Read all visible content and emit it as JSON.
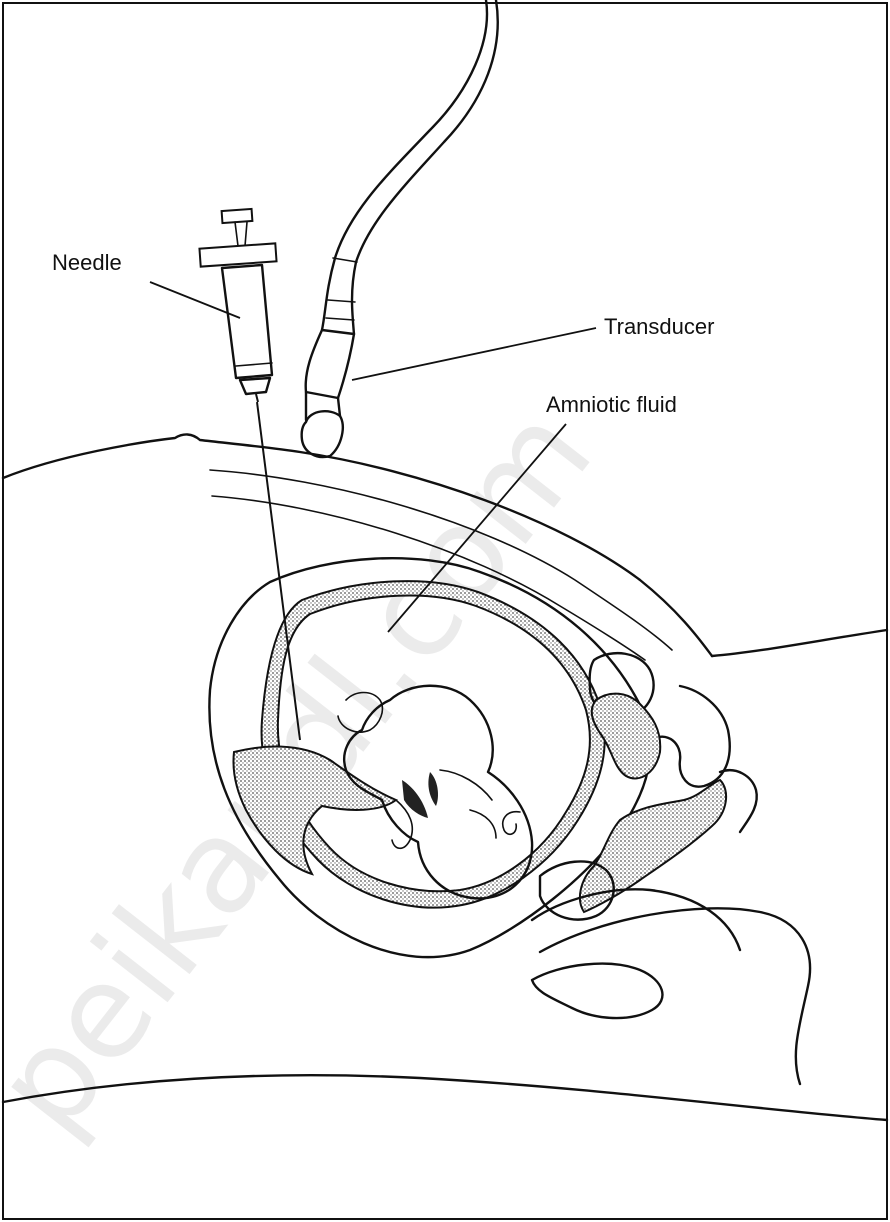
{
  "labels": {
    "needle": "Needle",
    "transducer": "Transducer",
    "amniotic_fluid": "Amniotic fluid"
  },
  "watermark": "peikandl.com",
  "colors": {
    "ink": "#111111",
    "stipple": "url-free-pattern-grey",
    "background": "#ffffff"
  }
}
